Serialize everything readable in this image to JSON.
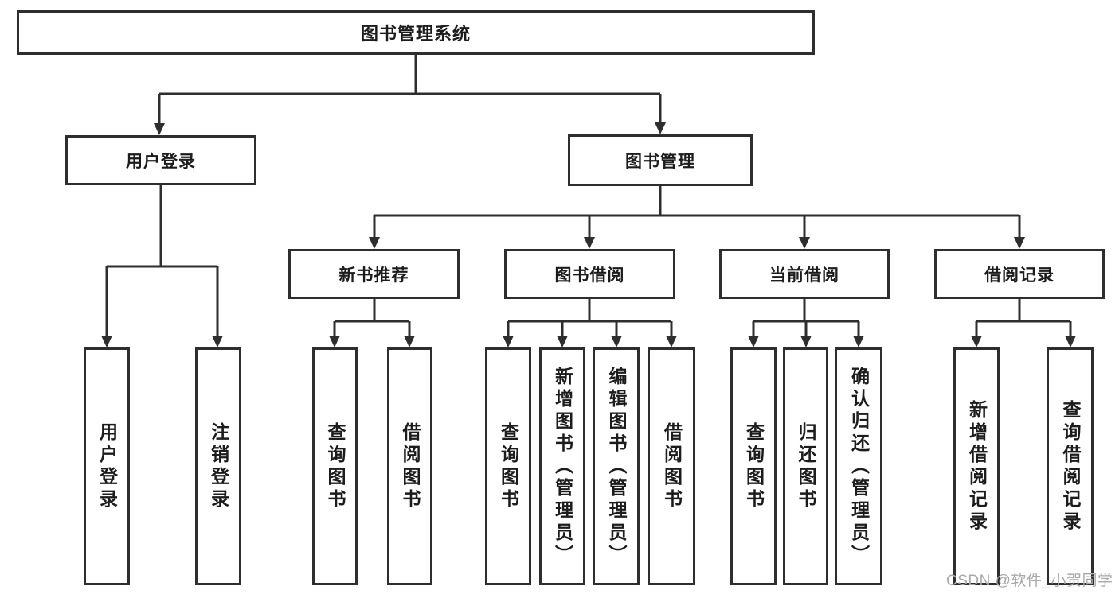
{
  "tree": {
    "root": {
      "label": "图书管理系统"
    },
    "branches": [
      {
        "label": "用户登录",
        "children": [
          {
            "label": "用户登录"
          },
          {
            "label": "注销登录"
          }
        ]
      },
      {
        "label": "图书管理",
        "children": [
          {
            "label": "新书推荐",
            "children": [
              {
                "label": "查询图书"
              },
              {
                "label": "借阅图书"
              }
            ]
          },
          {
            "label": "图书借阅",
            "children": [
              {
                "label": "查询图书"
              },
              {
                "label": "新增图书（管理员）"
              },
              {
                "label": "编辑图书（管理员）"
              },
              {
                "label": "借阅图书"
              }
            ]
          },
          {
            "label": "当前借阅",
            "children": [
              {
                "label": "查询图书"
              },
              {
                "label": "归还图书"
              },
              {
                "label": "确认归还（管理员）"
              }
            ]
          },
          {
            "label": "借阅记录",
            "children": [
              {
                "label": "新增借阅记录"
              },
              {
                "label": "查询借阅记录"
              }
            ]
          }
        ]
      }
    ]
  },
  "watermark": {
    "text": "CSDN @软件_小贺同学"
  },
  "colors": {
    "line": "#2e2e2e",
    "text": "#1c1c1c",
    "box_fill": "#ffffff",
    "page_bg": "#ffffff",
    "watermark": "#a9a9a9"
  }
}
